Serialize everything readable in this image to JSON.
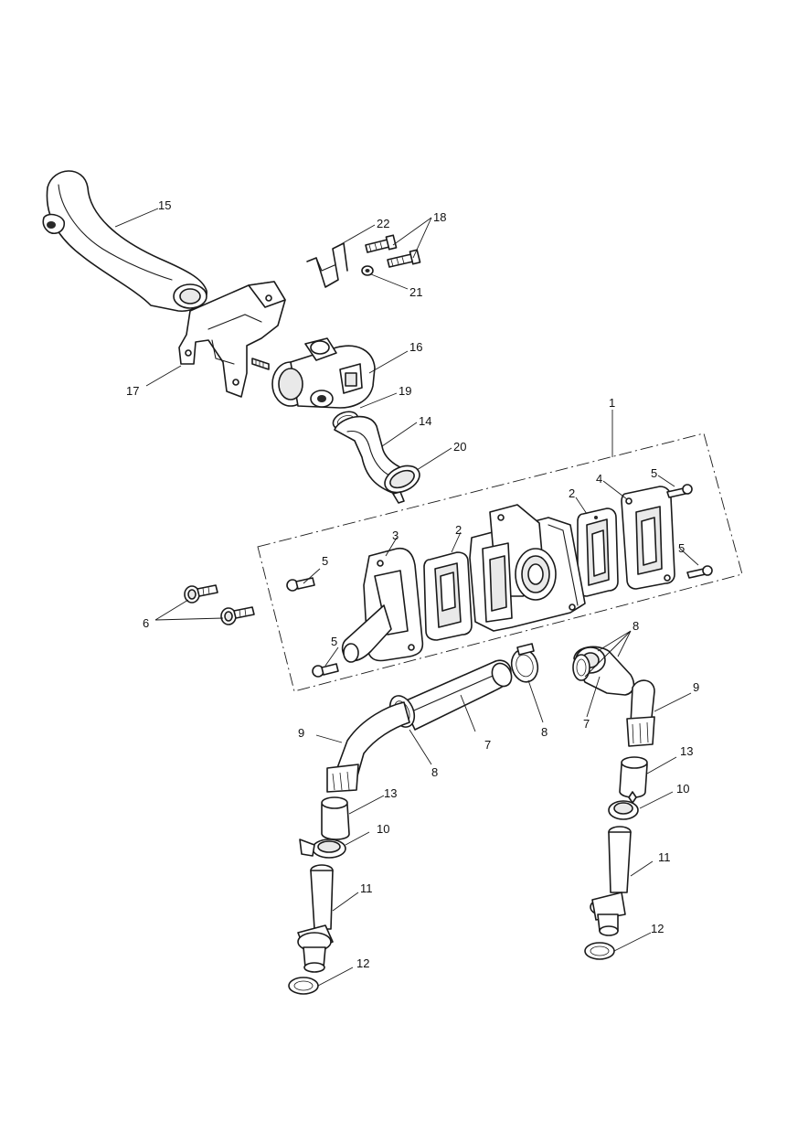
{
  "callouts": [
    {
      "id": "c1",
      "text": "1"
    },
    {
      "id": "c2a",
      "text": "2"
    },
    {
      "id": "c2b",
      "text": "2"
    },
    {
      "id": "c3",
      "text": "3"
    },
    {
      "id": "c4",
      "text": "4"
    },
    {
      "id": "c5a",
      "text": "5"
    },
    {
      "id": "c5b",
      "text": "5"
    },
    {
      "id": "c5c",
      "text": "5"
    },
    {
      "id": "c5d",
      "text": "5"
    },
    {
      "id": "c6",
      "text": "6"
    },
    {
      "id": "c7a",
      "text": "7"
    },
    {
      "id": "c7b",
      "text": "7"
    },
    {
      "id": "c8a",
      "text": "8"
    },
    {
      "id": "c8b",
      "text": "8"
    },
    {
      "id": "c8c",
      "text": "8"
    },
    {
      "id": "c9a",
      "text": "9"
    },
    {
      "id": "c9b",
      "text": "9"
    },
    {
      "id": "c10a",
      "text": "10"
    },
    {
      "id": "c10b",
      "text": "10"
    },
    {
      "id": "c11a",
      "text": "11"
    },
    {
      "id": "c11b",
      "text": "11"
    },
    {
      "id": "c12a",
      "text": "12"
    },
    {
      "id": "c12b",
      "text": "12"
    },
    {
      "id": "c13a",
      "text": "13"
    },
    {
      "id": "c13b",
      "text": "13"
    },
    {
      "id": "c14",
      "text": "14"
    },
    {
      "id": "c15",
      "text": "15"
    },
    {
      "id": "c16",
      "text": "16"
    },
    {
      "id": "c17",
      "text": "17"
    },
    {
      "id": "c18",
      "text": "18"
    },
    {
      "id": "c19",
      "text": "19"
    },
    {
      "id": "c20",
      "text": "20"
    },
    {
      "id": "c21",
      "text": "21"
    },
    {
      "id": "c22",
      "text": "22"
    }
  ]
}
